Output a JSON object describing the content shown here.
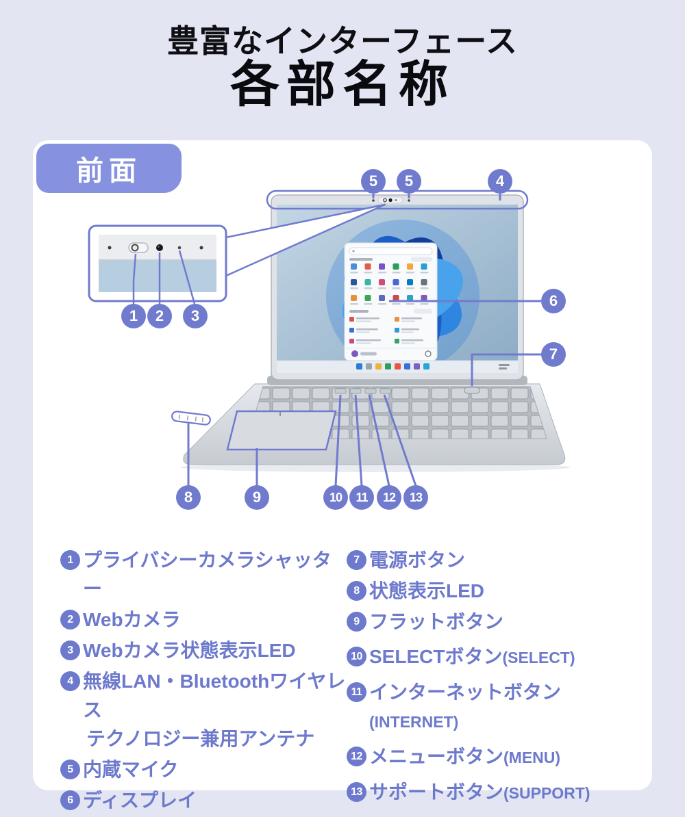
{
  "page": {
    "title_line1": "豊富なインターフェース",
    "title_line2": "各部名称",
    "section_badge": "前面"
  },
  "colors": {
    "background": "#e3e6f2",
    "card": "#ffffff",
    "badge": "#8691e0",
    "accent_callout": "#707bce",
    "legend_text": "#6d79cc",
    "title_text": "#0a0a0f",
    "screen_blue": "#2f86e0"
  },
  "diagram": {
    "callouts": {
      "c1": "1",
      "c2": "2",
      "c3": "3",
      "c4": "4",
      "c5": "5",
      "c6": "6",
      "c7": "7",
      "c8": "8",
      "c9": "9",
      "c10": "10",
      "c11": "11",
      "c12": "12",
      "c13": "13"
    }
  },
  "legend": {
    "left": [
      {
        "num": "1",
        "label": "プライバシーカメラシャッター"
      },
      {
        "num": "2",
        "label": "Webカメラ"
      },
      {
        "num": "3",
        "label": "Webカメラ状態表示LED"
      },
      {
        "num": "4",
        "label": "無線LAN・Bluetoothワイヤレス",
        "label2": "テクノロジー兼用アンテナ"
      },
      {
        "num": "5",
        "label": "内蔵マイク"
      },
      {
        "num": "6",
        "label": "ディスプレイ"
      }
    ],
    "right": [
      {
        "num": "7",
        "label": "電源ボタン"
      },
      {
        "num": "8",
        "label": "状態表示LED"
      },
      {
        "num": "9",
        "label": "フラットボタン"
      },
      {
        "num": "10",
        "label": "SELECTボタン",
        "suffix": "(SELECT)"
      },
      {
        "num": "11",
        "label": "インターネットボタン",
        "suffix": "(INTERNET)"
      },
      {
        "num": "12",
        "label": "メニューボタン",
        "suffix": "(MENU)"
      },
      {
        "num": "13",
        "label": "サポートボタン",
        "suffix": "(SUPPORT)"
      }
    ]
  }
}
